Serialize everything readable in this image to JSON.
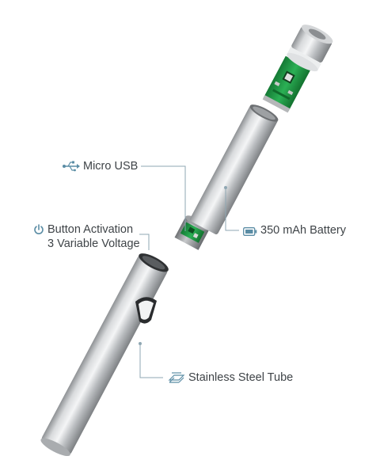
{
  "callouts": {
    "micro_usb": {
      "text": "Micro USB",
      "icon": "usb-icon"
    },
    "button_activation": {
      "line1": "Button Activation",
      "line2": "3 Variable Voltage",
      "icon": "power-icon"
    },
    "battery": {
      "text": "350 mAh Battery",
      "icon": "battery-icon"
    },
    "tube": {
      "text": "Stainless Steel Tube",
      "icon": "layered-sheets-icon"
    }
  },
  "colors": {
    "callout_line": "#8fa7b3",
    "icon": "#5b8da5",
    "text": "#3f4448",
    "circuit_board": "#1f9a45",
    "steel": "#c7c9cb"
  }
}
